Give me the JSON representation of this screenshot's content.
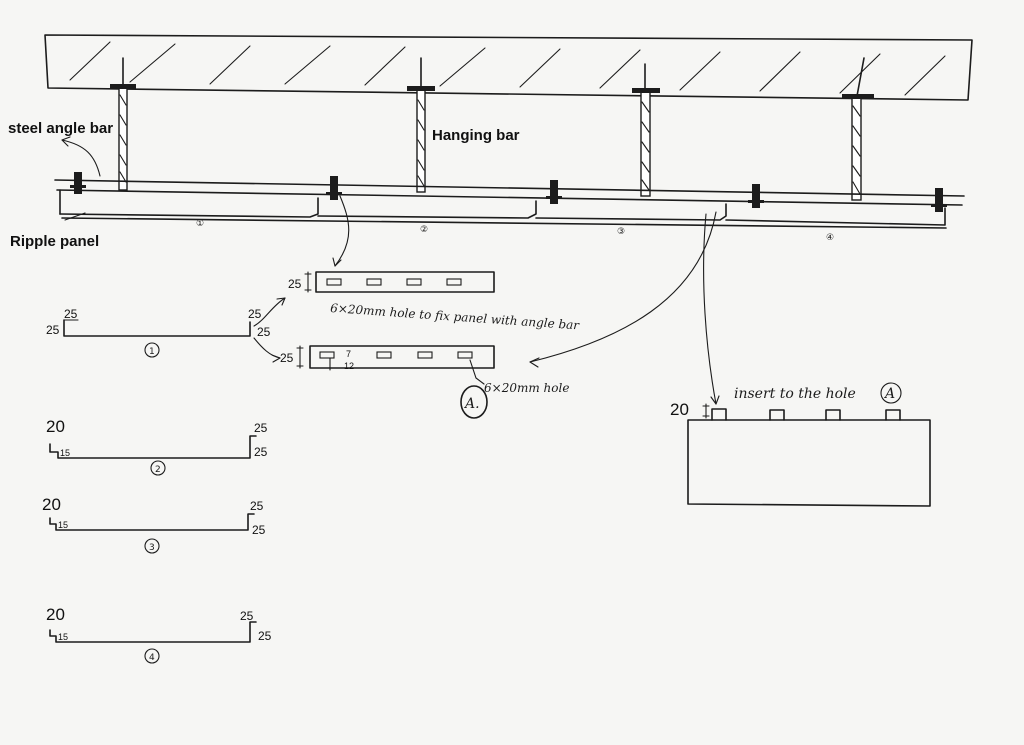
{
  "labels": {
    "steel_angle_bar": "steel angle bar",
    "hanging_bar": "Hanging bar",
    "ripple_panel": "Ripple panel",
    "hole_note_main": "6×20mm hole to fix panel with angle bar",
    "hole_note_a": "6×20mm hole",
    "marker_a": "A.",
    "insert_note": "insert to the hole",
    "insert_marker": "A"
  },
  "panels": [
    {
      "number": "1",
      "left_flange": "25",
      "left_height": "25",
      "right_flange": "25",
      "right_height": "25"
    },
    {
      "number": "2",
      "top_label": "20",
      "left_lip": "15",
      "right_flange": "25",
      "right_height": "25"
    },
    {
      "number": "3",
      "top_label": "20",
      "left_lip": "15",
      "right_flange": "25",
      "right_height": "25"
    },
    {
      "number": "4",
      "top_label": "20",
      "left_lip": "15",
      "right_flange": "25",
      "right_height": "25"
    }
  ],
  "angle_bar_details": {
    "strip_height": "25",
    "slot_offset": "7",
    "slot_pitch": "12"
  },
  "tab_detail": {
    "tab_height": "20"
  }
}
